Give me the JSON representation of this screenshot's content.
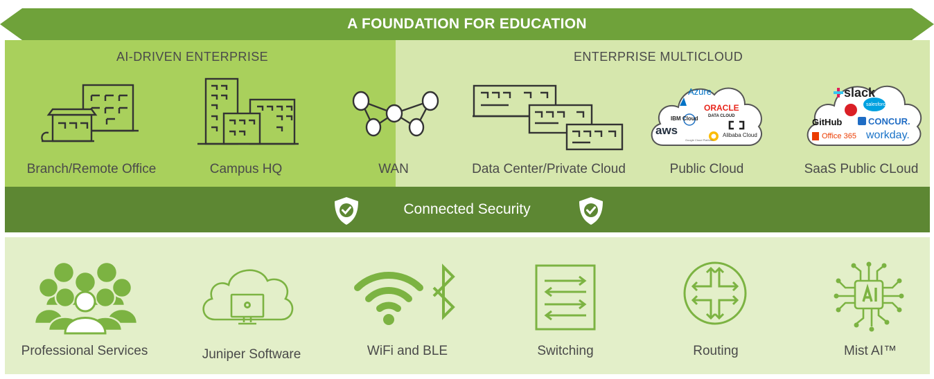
{
  "banner": {
    "title": "A FOUNDATION FOR EDUCATION"
  },
  "left_section": {
    "title": "AI-DRIVEN ENTERPRISE",
    "items": [
      {
        "label": "Branch/Remote Office",
        "icon": "branch-office-icon"
      },
      {
        "label": "Campus HQ",
        "icon": "campus-buildings-icon"
      },
      {
        "label": "WAN",
        "icon": "wan-network-icon"
      }
    ]
  },
  "right_section": {
    "title": "ENTERPRISE MULTICLOUD",
    "items": [
      {
        "label": "Data Center/Private Cloud",
        "icon": "data-center-icon"
      },
      {
        "label": "Public Cloud",
        "icon": "public-cloud-icon"
      },
      {
        "label": "SaaS Public CLoud",
        "icon": "saas-cloud-icon"
      }
    ]
  },
  "public_cloud_logos": {
    "azure": "Azure",
    "ibm": "IBM Cloud",
    "oracle": "ORACLE",
    "oracle_sub": "DATA CLOUD",
    "aws": "aws",
    "google": "Google Cloud Platform",
    "alibaba": "Alibaba Cloud"
  },
  "saas_logos": {
    "slack": "slack",
    "salesforce": "salesforce",
    "github": "GitHub",
    "concur": "CONCUR.",
    "office": "Office 365",
    "workday": "workday."
  },
  "security": {
    "label": "Connected Security"
  },
  "bottom_items": [
    {
      "label": "Professional Services",
      "icon": "people-group-icon"
    },
    {
      "label": "Juniper Software",
      "icon": "cloud-software-icon"
    },
    {
      "label": "WiFi and BLE",
      "icon": "wifi-bluetooth-icon"
    },
    {
      "label": "Switching",
      "icon": "switch-arrows-icon"
    },
    {
      "label": "Routing",
      "icon": "router-arrows-icon"
    },
    {
      "label": "Mist AI™",
      "icon": "ai-chip-brain-icon"
    }
  ],
  "colors": {
    "banner": "#6fa23a",
    "ai_driven_bg": "#a9d05c",
    "multicloud_bg": "#d6e7ad",
    "security_band": "#5d8733",
    "bottom_bg": "#e3efc9",
    "icon_green": "#7cb342"
  }
}
